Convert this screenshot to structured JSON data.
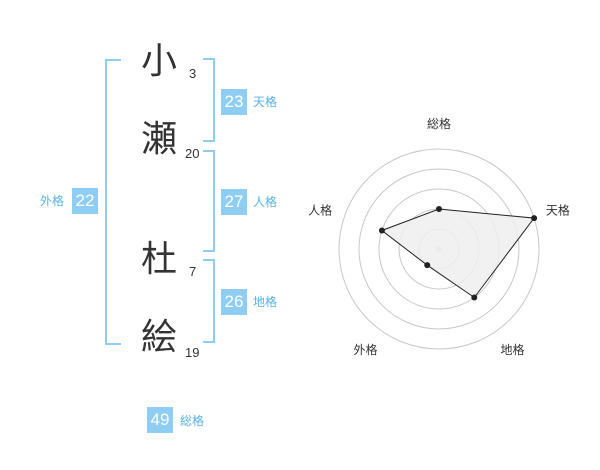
{
  "name": {
    "chars": [
      {
        "char": "小",
        "strokes": "3"
      },
      {
        "char": "瀬",
        "strokes": "20"
      },
      {
        "char": "杜",
        "strokes": "7"
      },
      {
        "char": "絵",
        "strokes": "19"
      }
    ]
  },
  "fortune": {
    "tenkaku": {
      "value": "23",
      "label": "天格"
    },
    "jinkaku": {
      "value": "27",
      "label": "人格"
    },
    "chikaku": {
      "value": "26",
      "label": "地格"
    },
    "gaikaku": {
      "value": "22",
      "label": "外格"
    },
    "soukaku": {
      "value": "49",
      "label": "総格"
    }
  },
  "radar": {
    "axes": [
      "総格",
      "天格",
      "地格",
      "外格",
      "人格"
    ],
    "levels": 5,
    "max": 5,
    "values": [
      2,
      5,
      3,
      1,
      3
    ],
    "colors": {
      "grid": "#c8c8c8",
      "fill": "#eeeeee",
      "stroke": "#222222",
      "point": "#222222",
      "center": "#d0d0d0"
    }
  }
}
